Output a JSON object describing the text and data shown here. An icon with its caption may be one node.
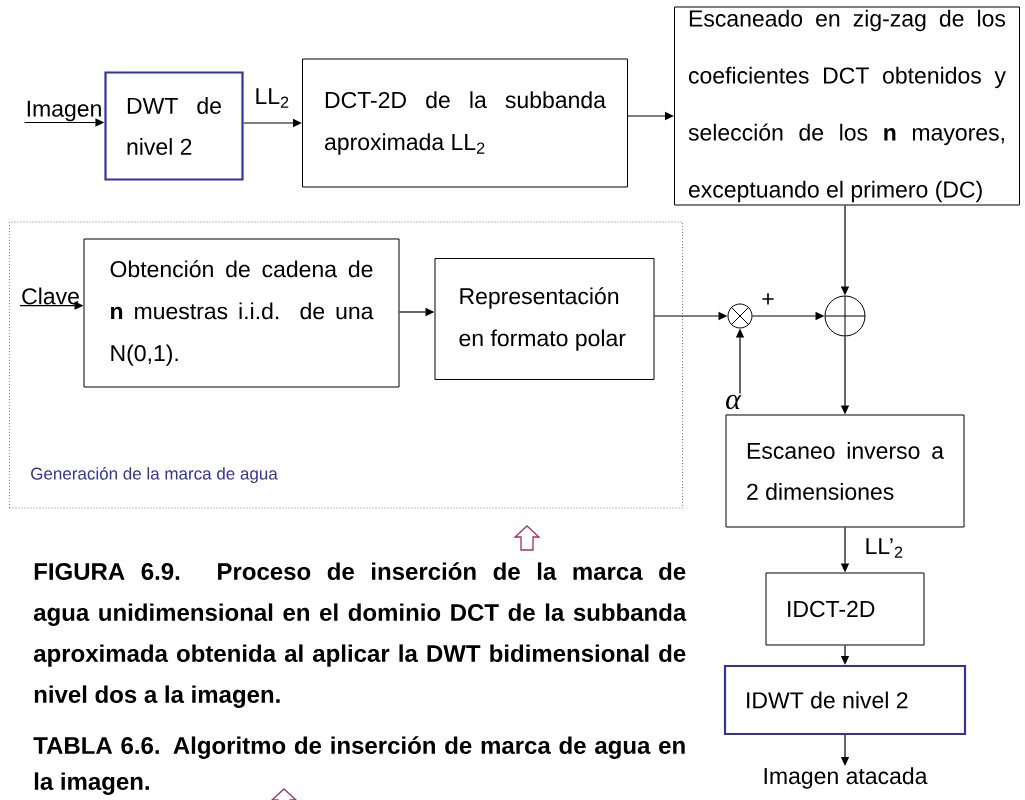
{
  "diagram": {
    "caption": "FIGURA 6.9. Proceso de inserción de la marca de agua unidimensional en el dominio DCT de la subbanda aproximada obtenida al aplicar la DWT bidimensional de nivel dos a la imagen.",
    "nodes": [
      {
        "text": [
          "Imagen"
        ]
      },
      {
        "text": [
          "DWT de nivel 2"
        ]
      },
      {
        "text": [
          "DCT-2D de la subbanda aproximada LL$_{2}$"
        ]
      },
      {
        "text": [
          "Escaneado en zig-zag de los coeficientes DCT obtenidos y selección de los **n** mayores, exceptuando el primero (DC)"
        ]
      },
      {
        "text": [
          "Generación de la marca de agua"
        ]
      },
      {
        "text": [
          "Clave"
        ],
        "in": 4
      },
      {
        "text": [
          "Obtención de cadena de **n** muestras i.i.d. de una N(0,1)."
        ],
        "in": 4
      },
      {
        "text": [
          "Representación en formato polar"
        ],
        "in": 4
      },
      {
        "text": [],
        "shape": "circle"
      },
      {
        "text": [
          "α"
        ]
      },
      {
        "text": [],
        "shape": "circle"
      },
      {
        "text": [
          "Escaneo inverso a 2 dimensiones"
        ]
      },
      {
        "text": [
          "IDCT-2D"
        ]
      },
      {
        "text": [
          "IDWT de nivel 2"
        ]
      },
      {
        "text": [
          "Imagen atacada"
        ]
      }
    ],
    "edges": [
      {
        "from": 0,
        "to": 1,
        "arrow": "to"
      },
      {
        "from": 1,
        "to": 2,
        "arrow": "to",
        "label": "LL$_{2}$"
      },
      {
        "from": 2,
        "to": 3,
        "arrow": "to"
      },
      {
        "from": 3,
        "to": 10,
        "arrow": "to"
      },
      {
        "from": 5,
        "to": 6,
        "arrow": "to"
      },
      {
        "from": 6,
        "to": 7,
        "arrow": "to"
      },
      {
        "from": 7,
        "to": 8,
        "arrow": "to"
      },
      {
        "from": 9,
        "to": 8,
        "arrow": "to"
      },
      {
        "from": 8,
        "to": 10,
        "arrow": "to",
        "label": "+"
      },
      {
        "from": 10,
        "to": 11,
        "arrow": "to"
      },
      {
        "from": 11,
        "to": 12,
        "arrow": "to",
        "label": "LL’$_{2}$"
      },
      {
        "from": 12,
        "to": 13,
        "arrow": "to"
      },
      {
        "from": 13,
        "to": 14,
        "arrow": "to"
      }
    ],
    "labels": [
      "TABLA 6.6. Algoritmo de inserción de marca de agua en la imagen."
    ]
  }
}
